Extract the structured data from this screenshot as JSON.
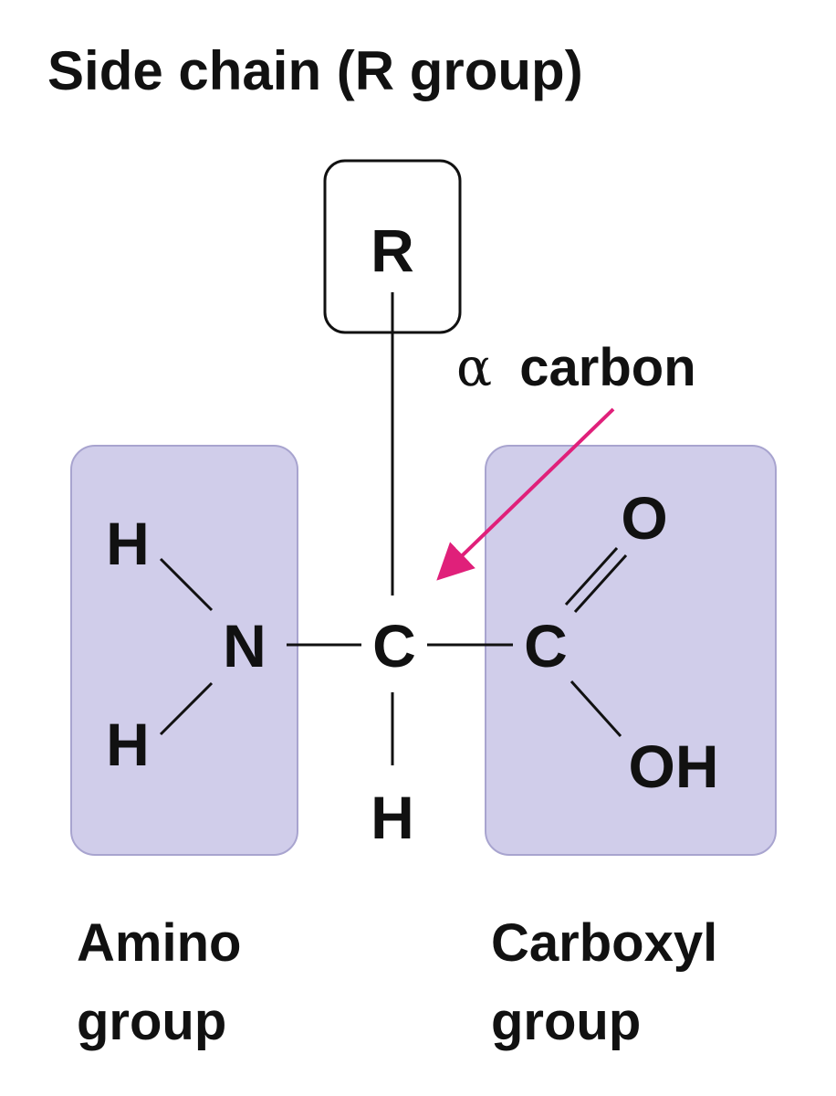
{
  "title": "Side chain (R group)",
  "alpha_label": {
    "symbol": "α",
    "text": "carbon"
  },
  "atoms": {
    "r": "R",
    "n": "N",
    "h_amino_top": "H",
    "h_amino_bottom": "H",
    "c_alpha": "C",
    "h_alpha": "H",
    "c_carboxyl": "C",
    "o_double": "O",
    "oh": "OH"
  },
  "group_labels": {
    "amino_line1": "Amino",
    "amino_line2": "group",
    "carboxyl_line1": "Carboxyl",
    "carboxyl_line2": "group"
  },
  "colors": {
    "group_fill": "#d0cdea",
    "group_stroke": "#a8a4cf",
    "accent": "#e0207a",
    "ink": "#111111"
  }
}
